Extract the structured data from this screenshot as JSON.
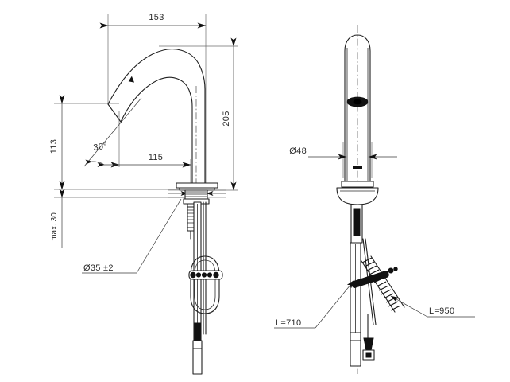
{
  "drawing": {
    "type": "technical-engineering-drawing",
    "subject": "Sensor basin faucet / touchless mixer tap",
    "background_color": "#ffffff",
    "line_color": "#1f1f1f",
    "dimension_line_color": "#3a3a3a",
    "text_color": "#2b2b2b",
    "views": [
      {
        "id": "side-view",
        "label": "Side elevation (left)"
      },
      {
        "id": "front-view",
        "label": "Front elevation (right)"
      }
    ]
  },
  "side_view": {
    "dimensions": {
      "overall_reach": "153",
      "overall_height": "205",
      "spout_tip_height": "113",
      "spout_center_reach": "115",
      "spout_angle": "30°",
      "deck_thickness": "max. 30",
      "mounting_hole": "Ø35 ±2"
    }
  },
  "front_view": {
    "dimensions": {
      "body_diameter": "Ø48"
    },
    "callouts": {
      "hose_short": "L=710",
      "hose_long": "L=950"
    }
  },
  "all_labels": [
    "153",
    "205",
    "113",
    "115",
    "30°",
    "max. 30",
    "Ø35 ±2",
    "Ø48",
    "L=710",
    "L=950"
  ]
}
